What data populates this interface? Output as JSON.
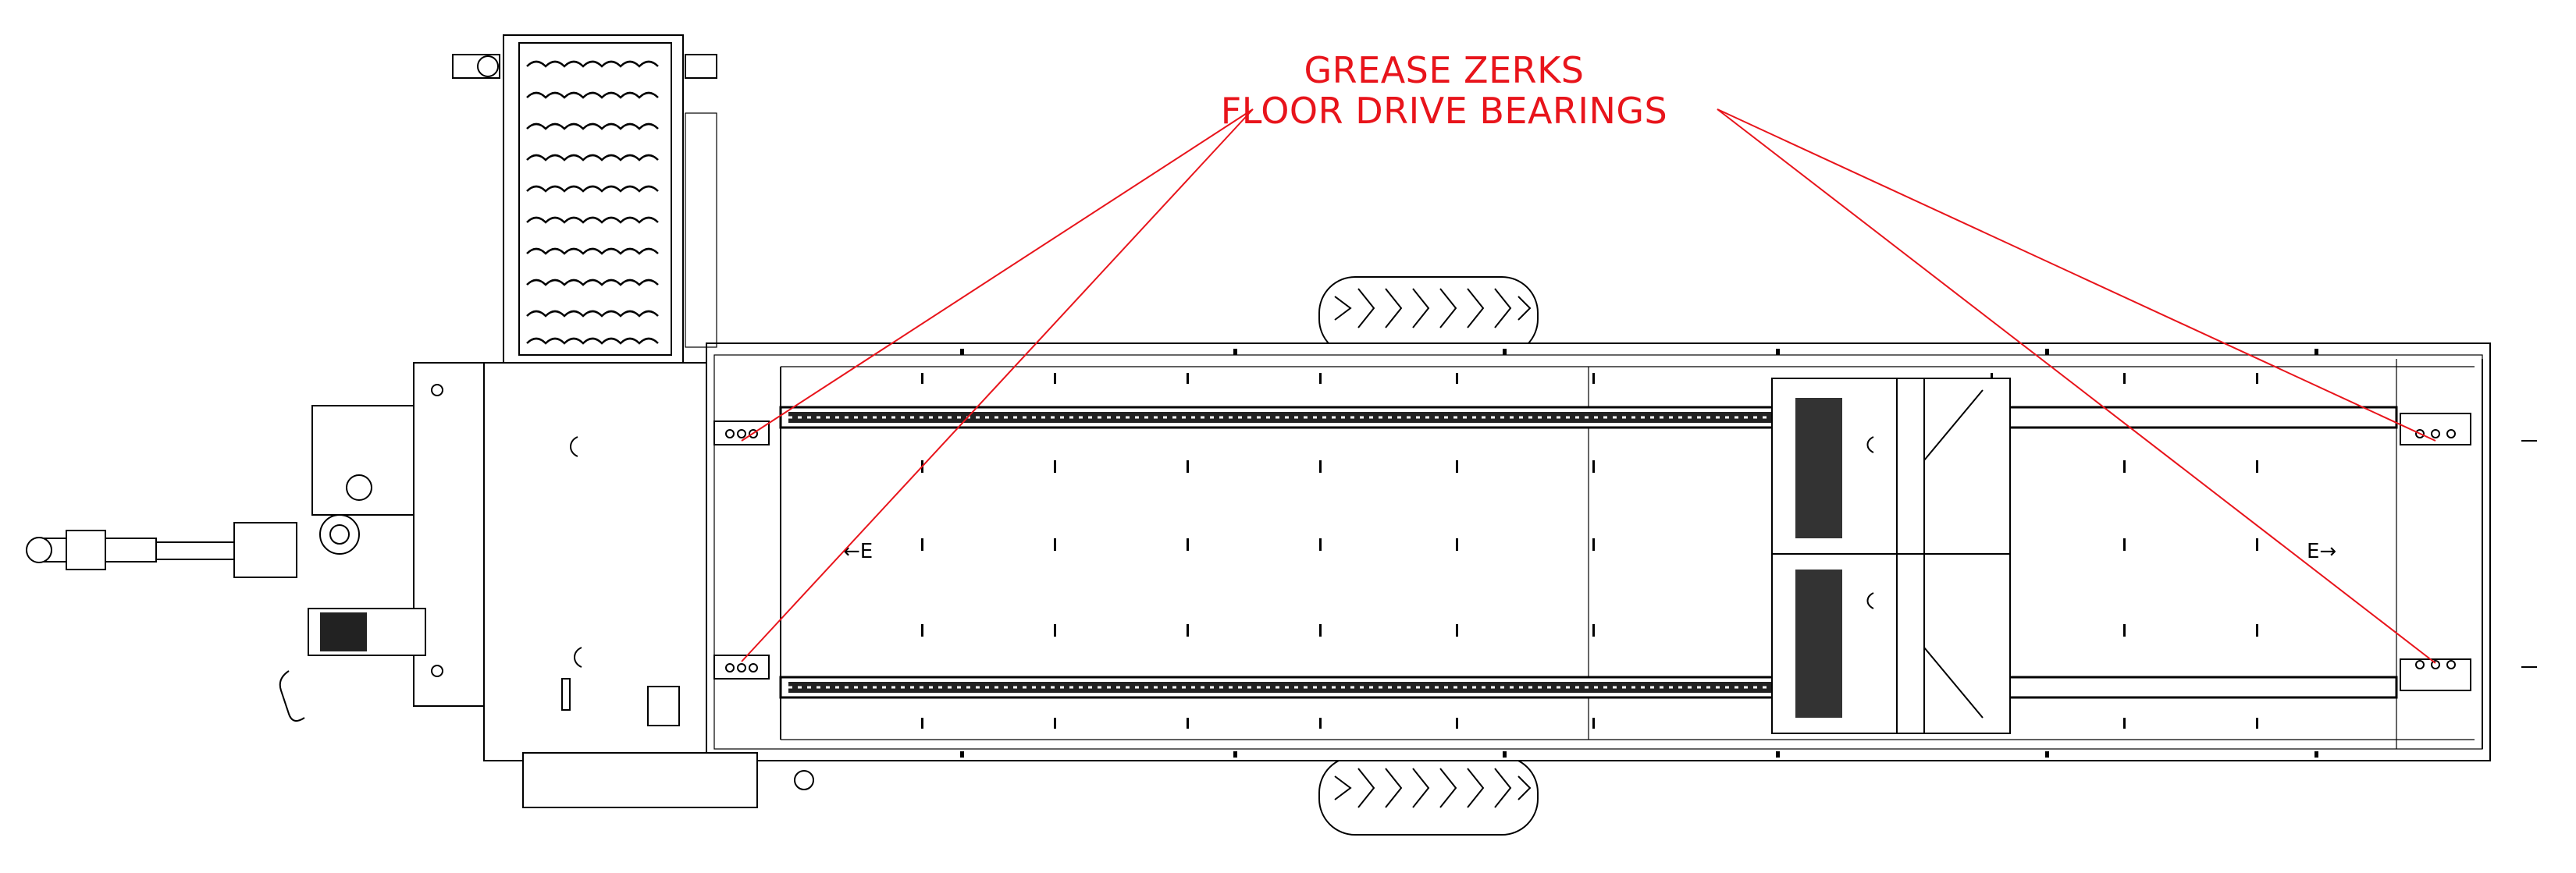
{
  "callout": {
    "line1": "GREASE ZERKS",
    "line2": "FLOOR DRIVE BEARINGS"
  },
  "arrow_markers": {
    "left": "←E",
    "right": "E→"
  },
  "colors": {
    "callout": "#e8141b",
    "linework": "#000000",
    "background": "#ffffff"
  }
}
